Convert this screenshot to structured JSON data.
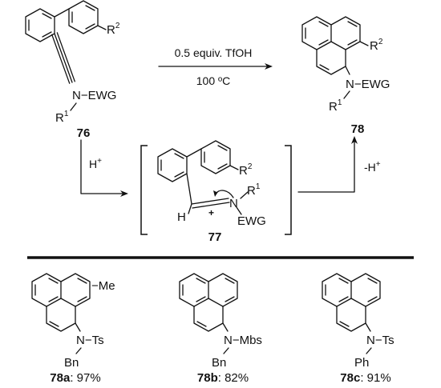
{
  "conditions": {
    "reagent": "0.5 equiv. TfOH",
    "temperature": "100 ºC",
    "proton": "H",
    "proton_sup": "+",
    "deprotonation": "-H",
    "deprotonation_sup": "+"
  },
  "labels": {
    "R": "R",
    "sup_1": "1",
    "sup_2": "2",
    "N_EWG": "N−EWG",
    "EWG": "EWG",
    "N": "N",
    "H": "H",
    "plus": "+",
    "N_Ts": "N−Ts",
    "N_Mbs": "N−Mbs",
    "Bn": "Bn",
    "Ph": "Ph",
    "Me": "−Me"
  },
  "compounds": {
    "starting_material": "76",
    "intermediate": "77",
    "product": "78"
  },
  "examples": [
    {
      "id": "78a",
      "yield": ": 97%"
    },
    {
      "id": "78b",
      "yield": ": 82%"
    },
    {
      "id": "78c",
      "yield": ": 91%"
    }
  ]
}
